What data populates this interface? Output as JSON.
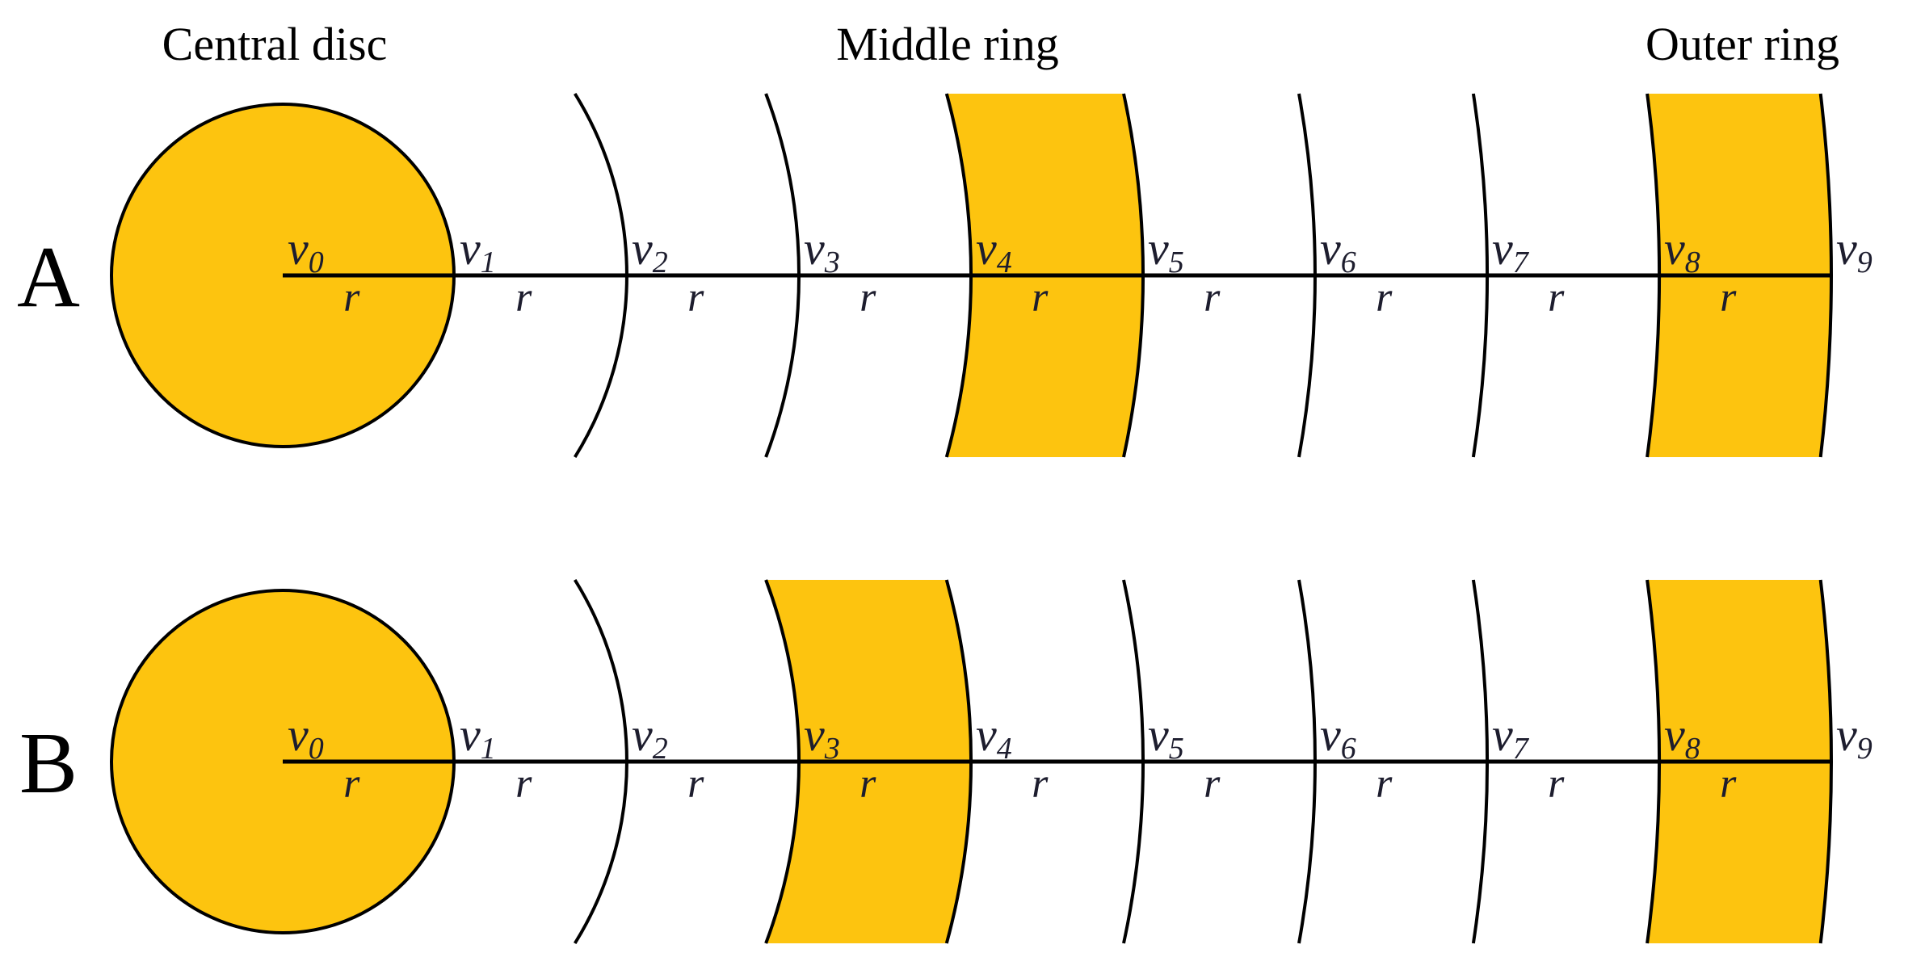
{
  "headers": {
    "central": "Central disc",
    "middle": "Middle ring",
    "outer": "Outer ring"
  },
  "colors": {
    "fill": "#FDC40F",
    "stroke": "#000000",
    "background": "#FFFFFF"
  },
  "panels": [
    {
      "letter": "A",
      "vertex_base": "v",
      "vertex_subscripts": [
        "0",
        "1",
        "2",
        "3",
        "4",
        "5",
        "6",
        "7",
        "8",
        "9"
      ],
      "segment_label": "r",
      "filled_rings": [
        4,
        8
      ]
    },
    {
      "letter": "B",
      "vertex_base": "v",
      "vertex_subscripts": [
        "0",
        "1",
        "2",
        "3",
        "4",
        "5",
        "6",
        "7",
        "8",
        "9"
      ],
      "segment_label": "r",
      "filled_rings": [
        3,
        8
      ]
    }
  ]
}
